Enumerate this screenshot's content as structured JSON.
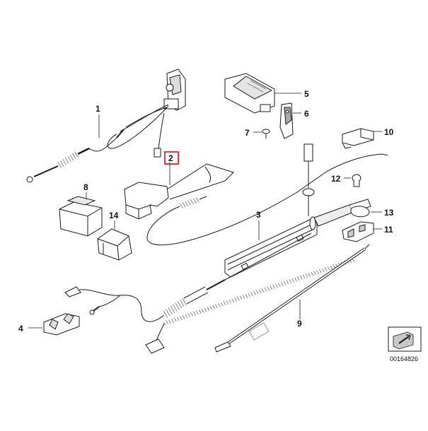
{
  "diagram": {
    "callouts": [
      {
        "id": "1",
        "label": "1"
      },
      {
        "id": "2",
        "label": "2"
      },
      {
        "id": "3",
        "label": "3"
      },
      {
        "id": "4",
        "label": "4"
      },
      {
        "id": "5",
        "label": "5"
      },
      {
        "id": "6",
        "label": "6"
      },
      {
        "id": "7",
        "label": "7"
      },
      {
        "id": "8",
        "label": "8"
      },
      {
        "id": "9",
        "label": "9"
      },
      {
        "id": "10",
        "label": "10"
      },
      {
        "id": "11",
        "label": "11"
      },
      {
        "id": "12",
        "label": "12"
      },
      {
        "id": "13",
        "label": "13"
      },
      {
        "id": "14",
        "label": "14"
      }
    ],
    "highlighted_callout": "2",
    "document_number": "00164826",
    "colors": {
      "line": "#1a1a1a",
      "part_fill": "#ffffff",
      "shade": "#c8c8c8",
      "highlight": "#cc0000"
    }
  }
}
